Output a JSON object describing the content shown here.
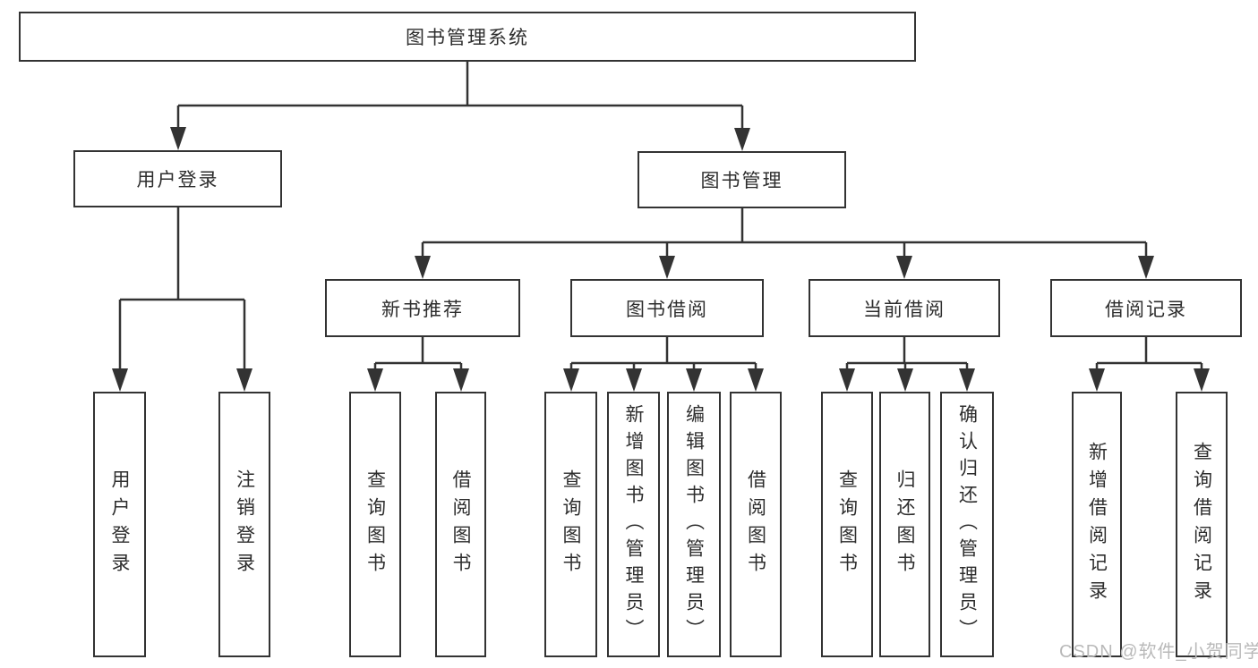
{
  "tree": {
    "label": "图书管理系统",
    "children": [
      {
        "label": "用户登录",
        "children": [
          {
            "label": "用户登录"
          },
          {
            "label": "注销登录"
          }
        ]
      },
      {
        "label": "图书管理",
        "children": [
          {
            "label": "新书推荐",
            "children": [
              {
                "label": "查询图书"
              },
              {
                "label": "借阅图书"
              }
            ]
          },
          {
            "label": "图书借阅",
            "children": [
              {
                "label": "查询图书"
              },
              {
                "label": "新增图书（管理员）"
              },
              {
                "label": "编辑图书（管理员）"
              },
              {
                "label": "借阅图书"
              }
            ]
          },
          {
            "label": "当前借阅",
            "children": [
              {
                "label": "查询图书"
              },
              {
                "label": "归还图书"
              },
              {
                "label": "确认归还（管理员）"
              }
            ]
          },
          {
            "label": "借阅记录",
            "children": [
              {
                "label": "新增借阅记录"
              },
              {
                "label": "查询借阅记录"
              }
            ]
          }
        ]
      }
    ]
  },
  "watermark": {
    "text": "CSDN @软件_小贺同学"
  },
  "colors": {
    "line": "#333333",
    "box_border": "#333333",
    "text": "#2d2d2d",
    "watermark": "#b9b9b9",
    "background": "#ffffff"
  }
}
